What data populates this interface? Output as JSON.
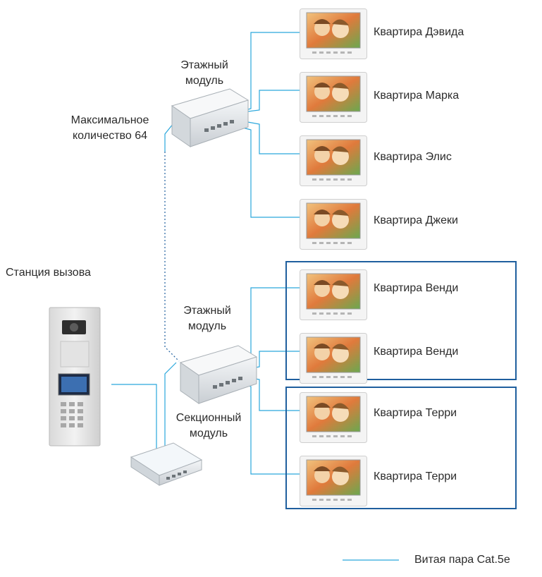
{
  "labels": {
    "floor_module_1": [
      "Этажный",
      "модуль"
    ],
    "floor_module_2": [
      "Этажный",
      "модуль"
    ],
    "max_count": [
      "Максимальное",
      "количество 64"
    ],
    "call_station": "Станция вызова",
    "section_module": [
      "Секционный",
      "модуль"
    ]
  },
  "apartments": [
    "Квартира Дэвида",
    "Квартира Марка",
    "Квартира Элис",
    "Квартира Джеки",
    "Квартира Венди",
    "Квартира Венди",
    "Квартира Терри",
    "Квартира Терри"
  ],
  "legend": {
    "label": "Витая пара Cat.5e",
    "color": "#2aa7dc"
  },
  "colors": {
    "cable": "#2aa7dc",
    "group_border": "#1f5f9e",
    "text": "#2b2b2b"
  }
}
